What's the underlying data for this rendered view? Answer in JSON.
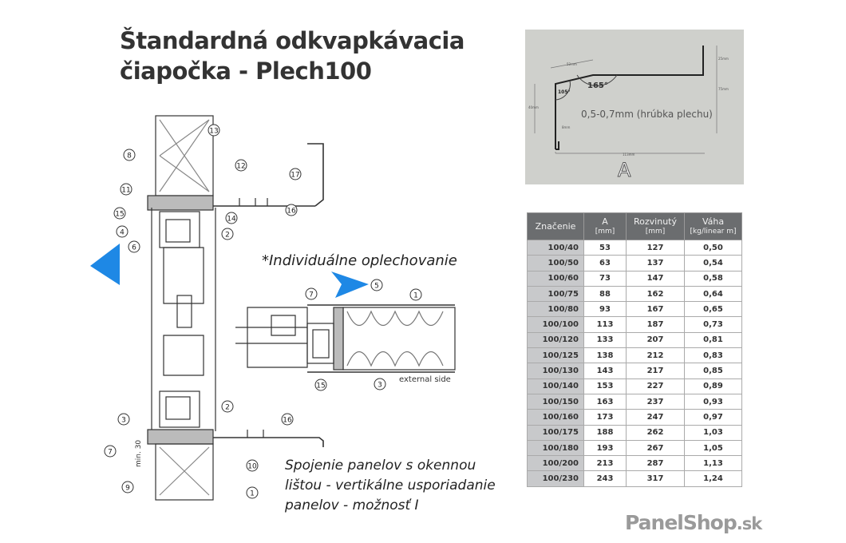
{
  "title": {
    "line1": "Štandardná odkvapkávacia",
    "line2": "čiapočka - Plech100"
  },
  "note_individual": "*Individuálne oplechovanie",
  "caption": {
    "line1": "Spojenie panelov s okennou",
    "line2": "lištou - vertikálne usporiadanie",
    "line3": "panelov - možnosť I"
  },
  "external_side": "external side",
  "min_label": "min. 30",
  "callouts_left": [
    "13",
    "8",
    "12",
    "17",
    "11",
    "15",
    "14",
    "16",
    "4",
    "2",
    "6",
    "3",
    "2",
    "16",
    "7",
    "10",
    "9",
    "1"
  ],
  "callouts_mid": [
    "5",
    "7",
    "1",
    "15",
    "3"
  ],
  "spec": {
    "thickness": "0,5-0,7mm (hrúbka plechu)",
    "angle1": "165°",
    "angle2": "105°",
    "dim_top": "52mm",
    "dim_right1": "25mm",
    "dim_right2": "75mm",
    "dim_left": "40mm",
    "dim_drip": "8mm",
    "dim_bottom": "113mm",
    "profile_label": "A"
  },
  "table": {
    "headers": [
      {
        "t": "Značenie",
        "u": ""
      },
      {
        "t": "A",
        "u": "[mm]"
      },
      {
        "t": "Rozvinutý",
        "u": "[mm]"
      },
      {
        "t": "Váha",
        "u": "[kg/linear m]"
      }
    ],
    "rows": [
      [
        "100/40",
        "53",
        "127",
        "0,50"
      ],
      [
        "100/50",
        "63",
        "137",
        "0,54"
      ],
      [
        "100/60",
        "73",
        "147",
        "0,58"
      ],
      [
        "100/75",
        "88",
        "162",
        "0,64"
      ],
      [
        "100/80",
        "93",
        "167",
        "0,65"
      ],
      [
        "100/100",
        "113",
        "187",
        "0,73"
      ],
      [
        "100/120",
        "133",
        "207",
        "0,81"
      ],
      [
        "100/125",
        "138",
        "212",
        "0,83"
      ],
      [
        "100/130",
        "143",
        "217",
        "0,85"
      ],
      [
        "100/140",
        "153",
        "227",
        "0,89"
      ],
      [
        "100/150",
        "163",
        "237",
        "0,93"
      ],
      [
        "100/160",
        "173",
        "247",
        "0,97"
      ],
      [
        "100/175",
        "188",
        "262",
        "1,03"
      ],
      [
        "100/180",
        "193",
        "267",
        "1,05"
      ],
      [
        "100/200",
        "213",
        "287",
        "1,13"
      ],
      [
        "100/230",
        "243",
        "317",
        "1,24"
      ]
    ]
  },
  "logo": {
    "main": "PanelShop",
    "suffix": ".sk"
  },
  "colors": {
    "arrow": "#1e88e5",
    "header": "#6b6d6f"
  }
}
